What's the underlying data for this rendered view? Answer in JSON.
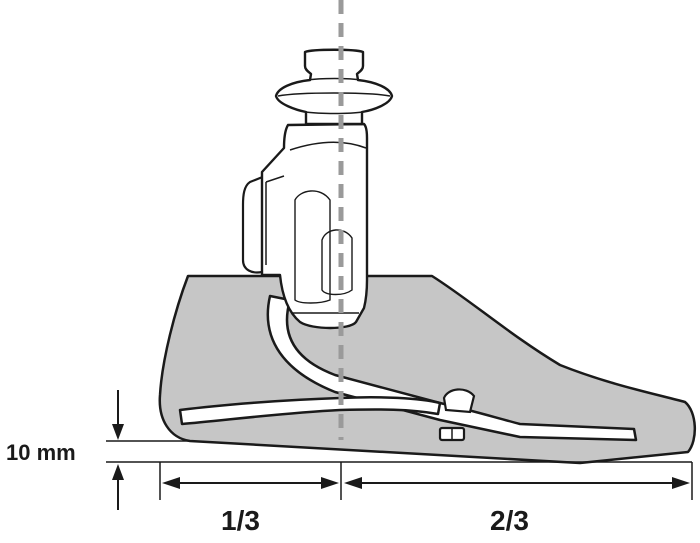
{
  "labels": {
    "heel_height": "10 mm",
    "one_third": "1/3",
    "two_thirds": "2/3"
  },
  "colors": {
    "shoe_fill": "#c6c6c6",
    "outline": "#1a1a1a",
    "axis_line": "#9a9a9a",
    "background": "#ffffff"
  }
}
